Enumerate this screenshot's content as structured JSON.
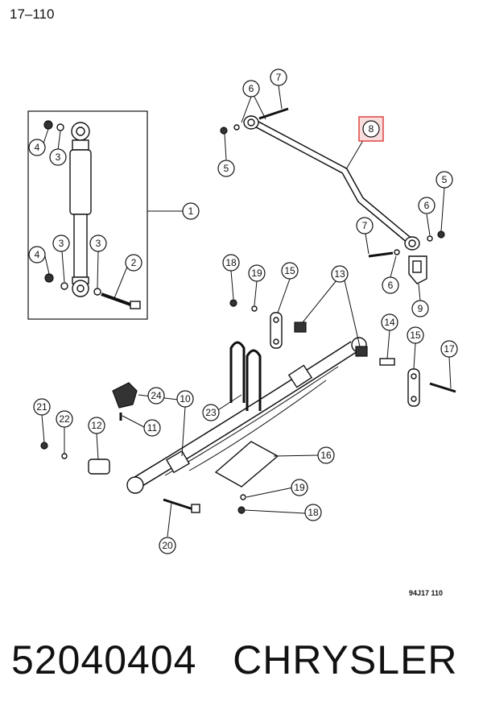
{
  "header": {
    "page_number": "17–110"
  },
  "footer": {
    "reference_code": "94J17  110",
    "part_number": "52040404   CHRYSLER"
  },
  "highlight": {
    "color": "#d44444",
    "fill": "#f9dcdc"
  },
  "callouts": {
    "c1": "1",
    "c2": "2",
    "c3a": "3",
    "c3b": "3",
    "c3c": "3",
    "c4a": "4",
    "c4b": "4",
    "c5a": "5",
    "c5b": "5",
    "c6a": "6",
    "c6b": "6",
    "c6c": "6",
    "c7a": "7",
    "c7b": "7",
    "c8": "8",
    "c9": "9",
    "c10": "10",
    "c11": "11",
    "c12": "12",
    "c13": "13",
    "c14": "14",
    "c15a": "15",
    "c15b": "15",
    "c16": "16",
    "c17": "17",
    "c18a": "18",
    "c18b": "18",
    "c19a": "19",
    "c19b": "19",
    "c20": "20",
    "c21": "21",
    "c22": "22",
    "c23": "23",
    "c24": "24"
  }
}
